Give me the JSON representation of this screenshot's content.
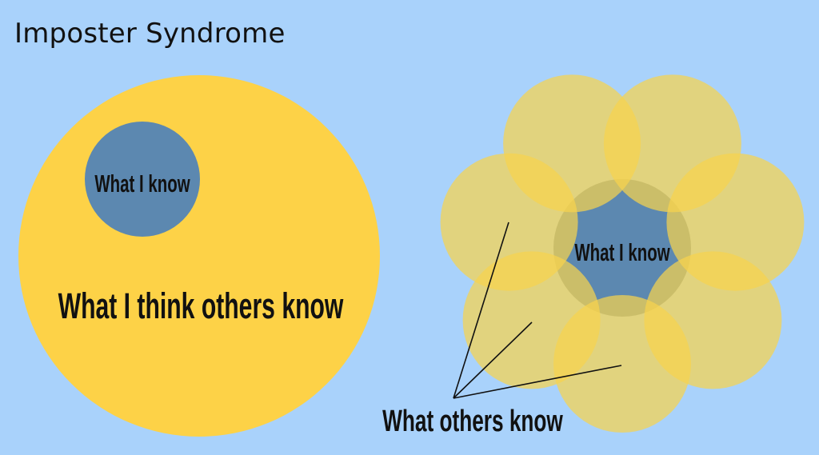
{
  "title": "Imposter Syndrome",
  "left_diagram": {
    "outer_label": "What I think others know",
    "inner_label": "What I know"
  },
  "right_diagram": {
    "center_label": "What I know",
    "petals_label": "What others know",
    "petal_count": 7
  },
  "colors": {
    "background": "#a9d2fb",
    "large_circle": "#fdd247",
    "small_circle": "#5c88b0",
    "petal": "#f7d24e",
    "petal_opacity": 0.72,
    "text": "#111111"
  }
}
